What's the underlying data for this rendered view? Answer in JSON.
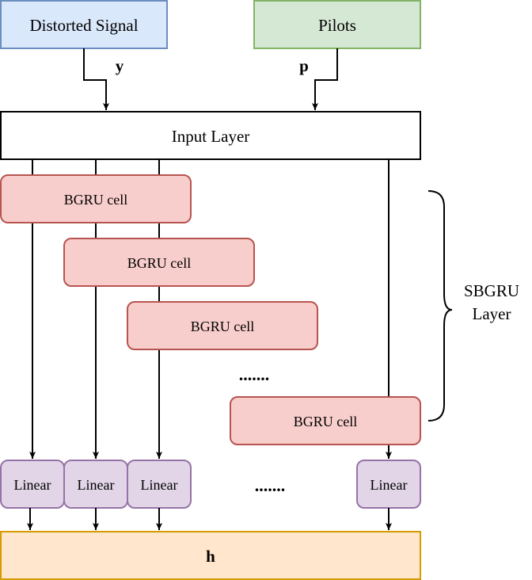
{
  "inputs": {
    "distorted_signal": {
      "label": "Distorted Signal",
      "fill": "#dae8fc",
      "stroke": "#6c8ebf"
    },
    "pilots": {
      "label": "Pilots",
      "fill": "#d5e8d4",
      "stroke": "#82b366"
    }
  },
  "edge_labels": {
    "y": "y",
    "p": "p"
  },
  "input_layer": {
    "label": "Input Layer"
  },
  "bgru_cells": {
    "labels": [
      "BGRU cell",
      "BGRU cell",
      "BGRU cell",
      "BGRU cell"
    ],
    "fill": "#f8cecc",
    "stroke": "#b85450"
  },
  "ellipsis_cells": ".......",
  "sbgru_layer": {
    "line1": "SBGRU",
    "line2": "Layer"
  },
  "linear_blocks": {
    "labels": [
      "Linear",
      "Linear",
      "Linear",
      "Linear"
    ],
    "fill": "#e1d5e7",
    "stroke": "#9673a6"
  },
  "ellipsis_linear": ".......",
  "output": {
    "label": "h",
    "fill": "#ffe6cc",
    "stroke": "#d79b00"
  }
}
